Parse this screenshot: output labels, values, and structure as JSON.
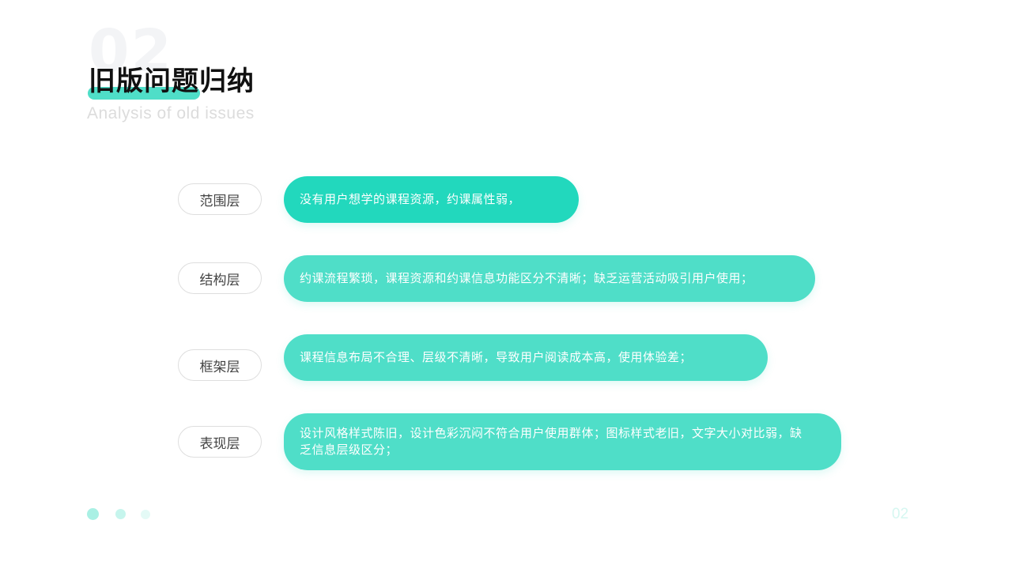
{
  "header": {
    "bg_number": "02",
    "title": "旧版问题归纳",
    "subtitle": "Analysis of old issues"
  },
  "rows": [
    {
      "label": "范围层",
      "description": "没有用户想学的课程资源，约课属性弱，"
    },
    {
      "label": "结构层",
      "description": "约课流程繁琐，课程资源和约课信息功能区分不清晰；缺乏运营活动吸引用户使用；"
    },
    {
      "label": "框架层",
      "description": "课程信息布局不合理、层级不清晰，导致用户阅读成本高，使用体验差；"
    },
    {
      "label": "表现层",
      "description": "设计风格样式陈旧，设计色彩沉闷不符合用户使用群体；图标样式老旧，文字大小对比弱，缺乏信息层级区分；"
    }
  ],
  "footer": {
    "page_number": "02"
  },
  "colors": {
    "accent": "#22d8bd",
    "accent_light": "#4fdec8",
    "dot_1": "#a9f0e4",
    "dot_2": "#c6f5ed",
    "dot_3": "#e4faf6"
  }
}
